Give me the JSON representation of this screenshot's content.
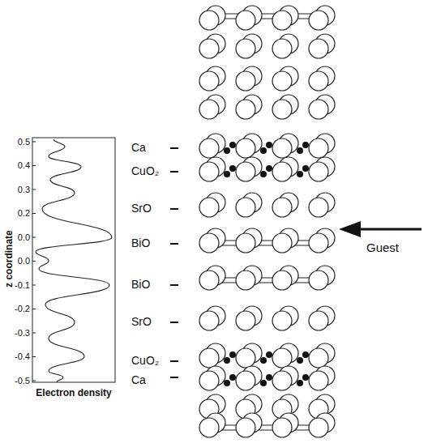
{
  "diagram": {
    "labels": [
      "z coordinate",
      "0.5",
      "0.4",
      "0.3",
      "0.2",
      "0.0",
      "0.0",
      "-0.1",
      "-0.2",
      "-0.3",
      "-0.4",
      "-0.5",
      "Electron density",
      "Ca",
      "CuO₂",
      "SrO",
      "BiO",
      "Guest",
      "BiO",
      "SrO",
      "CuO₂",
      "Ca"
    ]
  }
}
